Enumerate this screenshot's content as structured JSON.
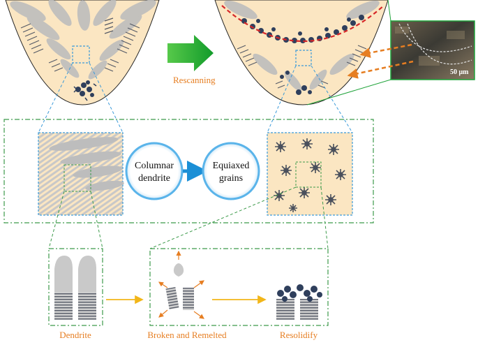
{
  "labels": {
    "rescanning": "Rescanning",
    "columnar_line1": "Columnar",
    "columnar_line2": "dendrite",
    "equiaxed_line1": "Equiaxed",
    "equiaxed_line2": "grains",
    "scale_bar": "50 μm",
    "dendrite": "Dendrite",
    "broken_remelted": "Broken and Remelted",
    "resolidify": "Resolidify"
  },
  "colors": {
    "melt_pool_fill": "#fbe6c2",
    "dendrite_gray": "#bdbdbd",
    "dendrite_dark": "#555a66",
    "equiaxed_grain": "#2f3f5c",
    "dashed_blue": "#3a9ad9",
    "dashed_green": "#3c9a4a",
    "arrow_green": "#1fa33a",
    "arrow_blue": "#1b8fd6",
    "arrow_orange": "#e67e22",
    "arrow_yellow": "#f2b619",
    "remelt_red": "#d62728"
  }
}
